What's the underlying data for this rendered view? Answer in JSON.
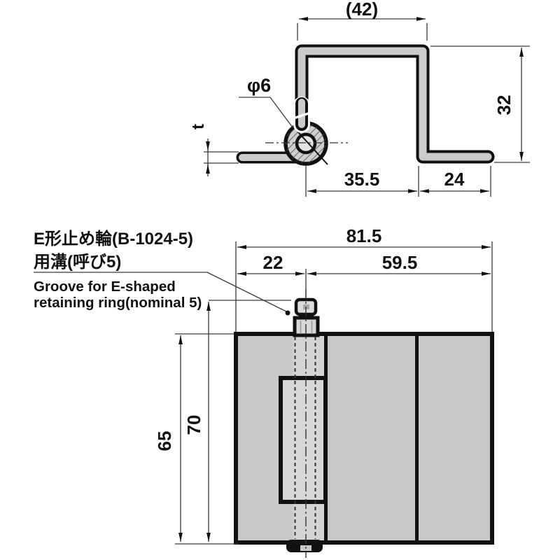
{
  "title": "Hinge dimensional drawing",
  "colors": {
    "background": "#ffffff",
    "part_fill": "#c9c9c9",
    "part_fill_light": "#d8d8d8",
    "outline": "#111111",
    "dim_line": "#3a3a3a",
    "text": "#111111"
  },
  "side_view": {
    "dim_top_width": "(42)",
    "dim_height": "32",
    "dim_pin_to_leg": "35.5",
    "dim_foot": "24",
    "dim_thickness": "t",
    "dim_pin_dia": "φ6"
  },
  "front_view": {
    "dim_total_width": "81.5",
    "dim_left_of_pin": "22",
    "dim_right_of_pin": "59.5",
    "dim_plate_height": "65",
    "dim_total_height": "70"
  },
  "note": {
    "jp_line1": "E形止め輪(B-1024-5)",
    "jp_line2": "用溝(呼び5)",
    "en_line1": "Groove for E-shaped",
    "en_line2": "retaining ring(nominal 5)"
  }
}
